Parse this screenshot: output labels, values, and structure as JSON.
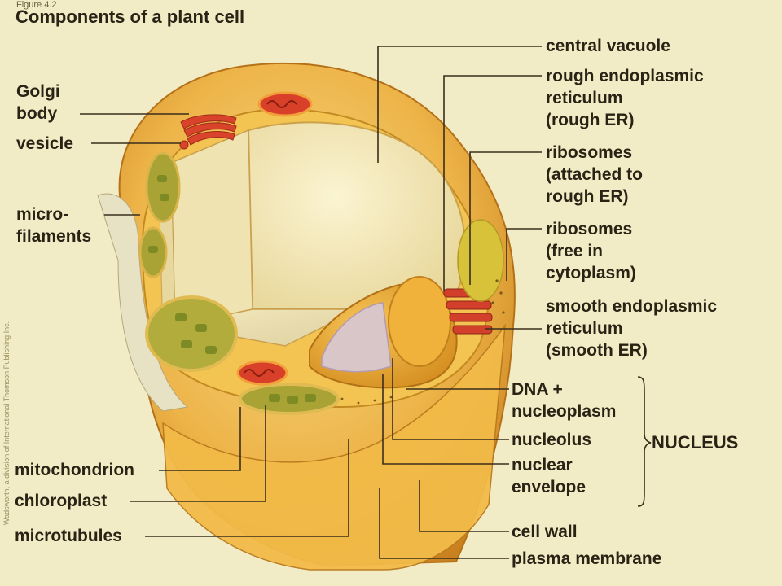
{
  "header": {
    "figure_label": "Figure 4.2",
    "title": "Components of a plant cell"
  },
  "credit": "Wadsworth, a division of International Thomson Publishing Inc.",
  "labels_left": [
    {
      "id": "golgi",
      "text": "Golgi\nbody"
    },
    {
      "id": "vesicle",
      "text": "vesicle"
    },
    {
      "id": "microfilaments",
      "text": "micro-\nfilaments"
    },
    {
      "id": "mitochondrion",
      "text": "mitochondrion"
    },
    {
      "id": "chloroplast",
      "text": "chloroplast"
    },
    {
      "id": "microtubules",
      "text": "microtubules"
    }
  ],
  "labels_right": [
    {
      "id": "central-vacuole",
      "text": "central vacuole"
    },
    {
      "id": "rough-er",
      "text": "rough endoplasmic\nreticulum\n(rough ER)"
    },
    {
      "id": "ribosomes-attached",
      "text": "ribosomes\n(attached to\nrough ER)"
    },
    {
      "id": "ribosomes-free",
      "text": "ribosomes\n(free in\ncytoplasm)"
    },
    {
      "id": "smooth-er",
      "text": "smooth endoplasmic\nreticulum\n(smooth ER)"
    },
    {
      "id": "dna",
      "text": "DNA +\nnucleoplasm"
    },
    {
      "id": "nucleolus",
      "text": "nucleolus"
    },
    {
      "id": "nuclear-envelope",
      "text": "nuclear\nenvelope"
    },
    {
      "id": "cell-wall",
      "text": "cell wall"
    },
    {
      "id": "plasma-membrane",
      "text": "plasma membrane"
    }
  ],
  "nucleus_group_label": "NUCLEUS",
  "colors": {
    "background": "#f2ecc6",
    "cell_wall": "#e6a73a",
    "cytoplasm": "#f0c24a",
    "vacuole": "#efe6b0",
    "chloroplast": "#a6a334",
    "organelle_red": "#d9402a",
    "nucleus": "#e7a72b",
    "leader_line": "#3a2e1c"
  }
}
